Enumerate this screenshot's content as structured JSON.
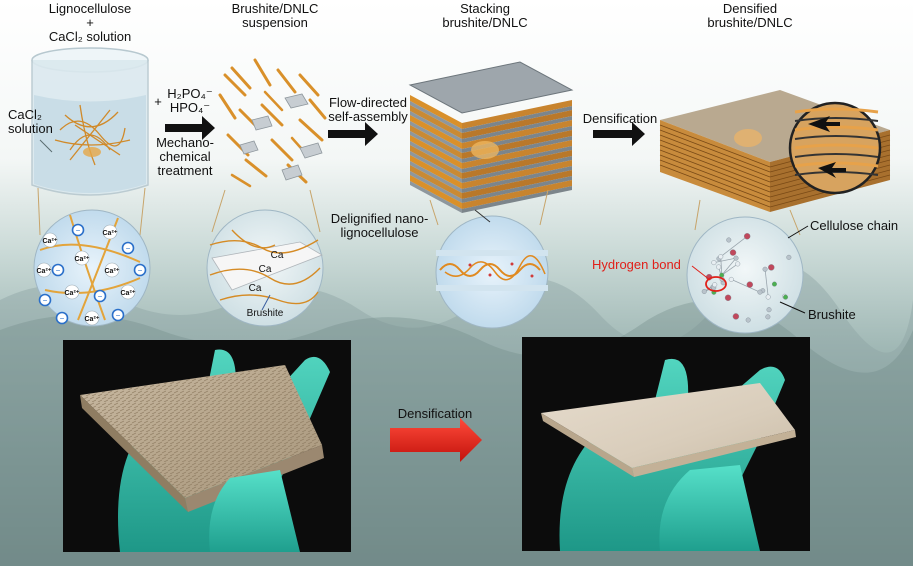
{
  "stages": {
    "s1": {
      "line1": "Lignocellulose",
      "line2": "+",
      "line3": "CaCl₂ solution"
    },
    "s2": {
      "line1": "Brushite/DNLC",
      "line2": "suspension"
    },
    "s3": {
      "line1": "Stacking",
      "line2": "brushite/DNLC"
    },
    "s4": {
      "line1": "Densified",
      "line2": "brushite/DNLC"
    }
  },
  "beaker_label": {
    "line1": "CaCl₂",
    "line2": "solution"
  },
  "step1": {
    "reagent1": "H₂PO₄⁻",
    "reagent2": "HPO₄⁻",
    "plus": "+",
    "line1": "Mechano-",
    "line2": "chemical",
    "line3": "treatment"
  },
  "step2": {
    "line1": "Flow-directed",
    "line2": "self-assembly"
  },
  "step3": {
    "label": "Densification"
  },
  "zoom_labels": {
    "dnlc_line1": "Delignified nano-",
    "dnlc_line2": "lignocellulose",
    "brushite_left": "Brushite",
    "ca1": "Ca",
    "ca2": "Ca",
    "ca3": "Ca",
    "cellulose_chain": "Cellulose chain",
    "hydrogen_bond": "Hydrogen bond",
    "brushite_right": "Brushite"
  },
  "ion_labels": {
    "ca": "Ca²⁺",
    "neg": "−"
  },
  "bottom_arrow_label": "Densification",
  "colors": {
    "fiber": "#d9902a",
    "arrow_red": "#e0201a",
    "glove": "#3ec9b4",
    "label_red": "#e0201a"
  }
}
